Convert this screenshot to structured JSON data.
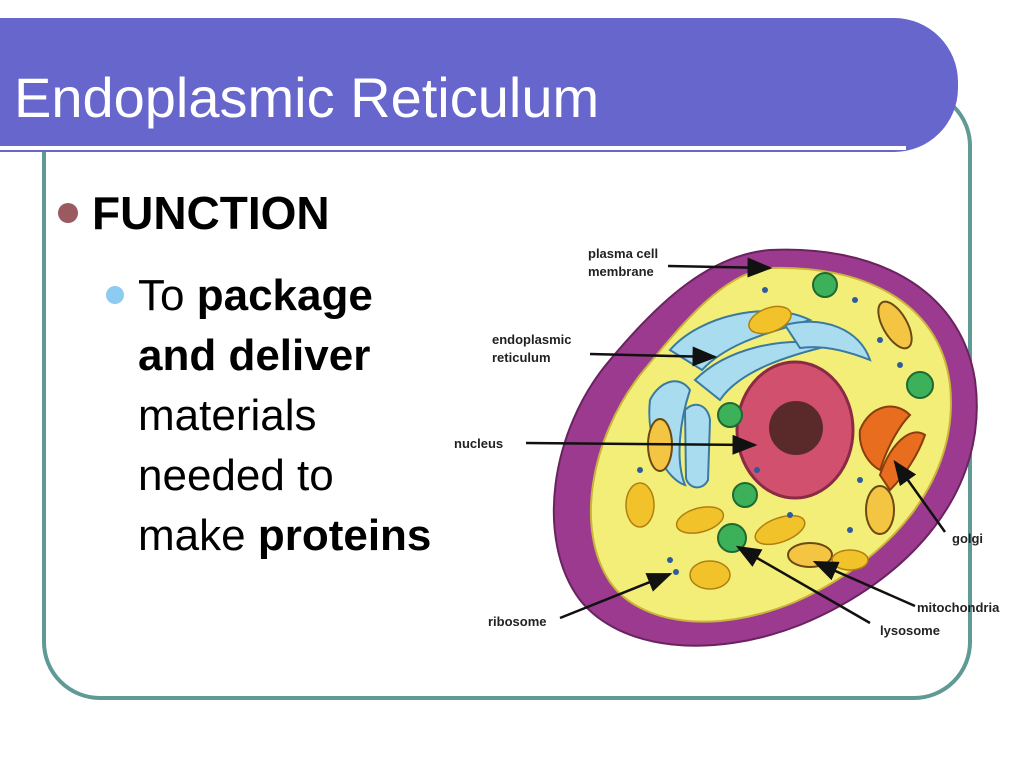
{
  "slide": {
    "title": "Endoplasmic Reticulum",
    "bullet1": "FUNCTION",
    "bullet2": {
      "w1": "To",
      "w2": "package",
      "w3": "and deliver",
      "w4": "materials",
      "w5": "needed to",
      "w6": "make",
      "w7": "proteins"
    }
  },
  "diagram": {
    "labels": {
      "plasma_1": "plasma cell",
      "plasma_2": "membrane",
      "er_1": "endoplasmic",
      "er_2": "reticulum",
      "nucleus": "nucleus",
      "golgi": "golgi",
      "mitochondria": "mitochondria",
      "lysosome": "lysosome",
      "ribosome": "ribosome"
    }
  },
  "colors": {
    "title_bar": "#6666cc",
    "frame": "#5f9a95",
    "bullet1_dot": "#9a5a5f",
    "bullet2_dot": "#8ecbf0",
    "cell_outer": "#9b3a8f",
    "cytoplasm": "#f3ee77",
    "er": "#a9dcef",
    "nucleus": "#d0506e",
    "golgi": "#e96d1f",
    "lysosome": "#3db15a"
  }
}
